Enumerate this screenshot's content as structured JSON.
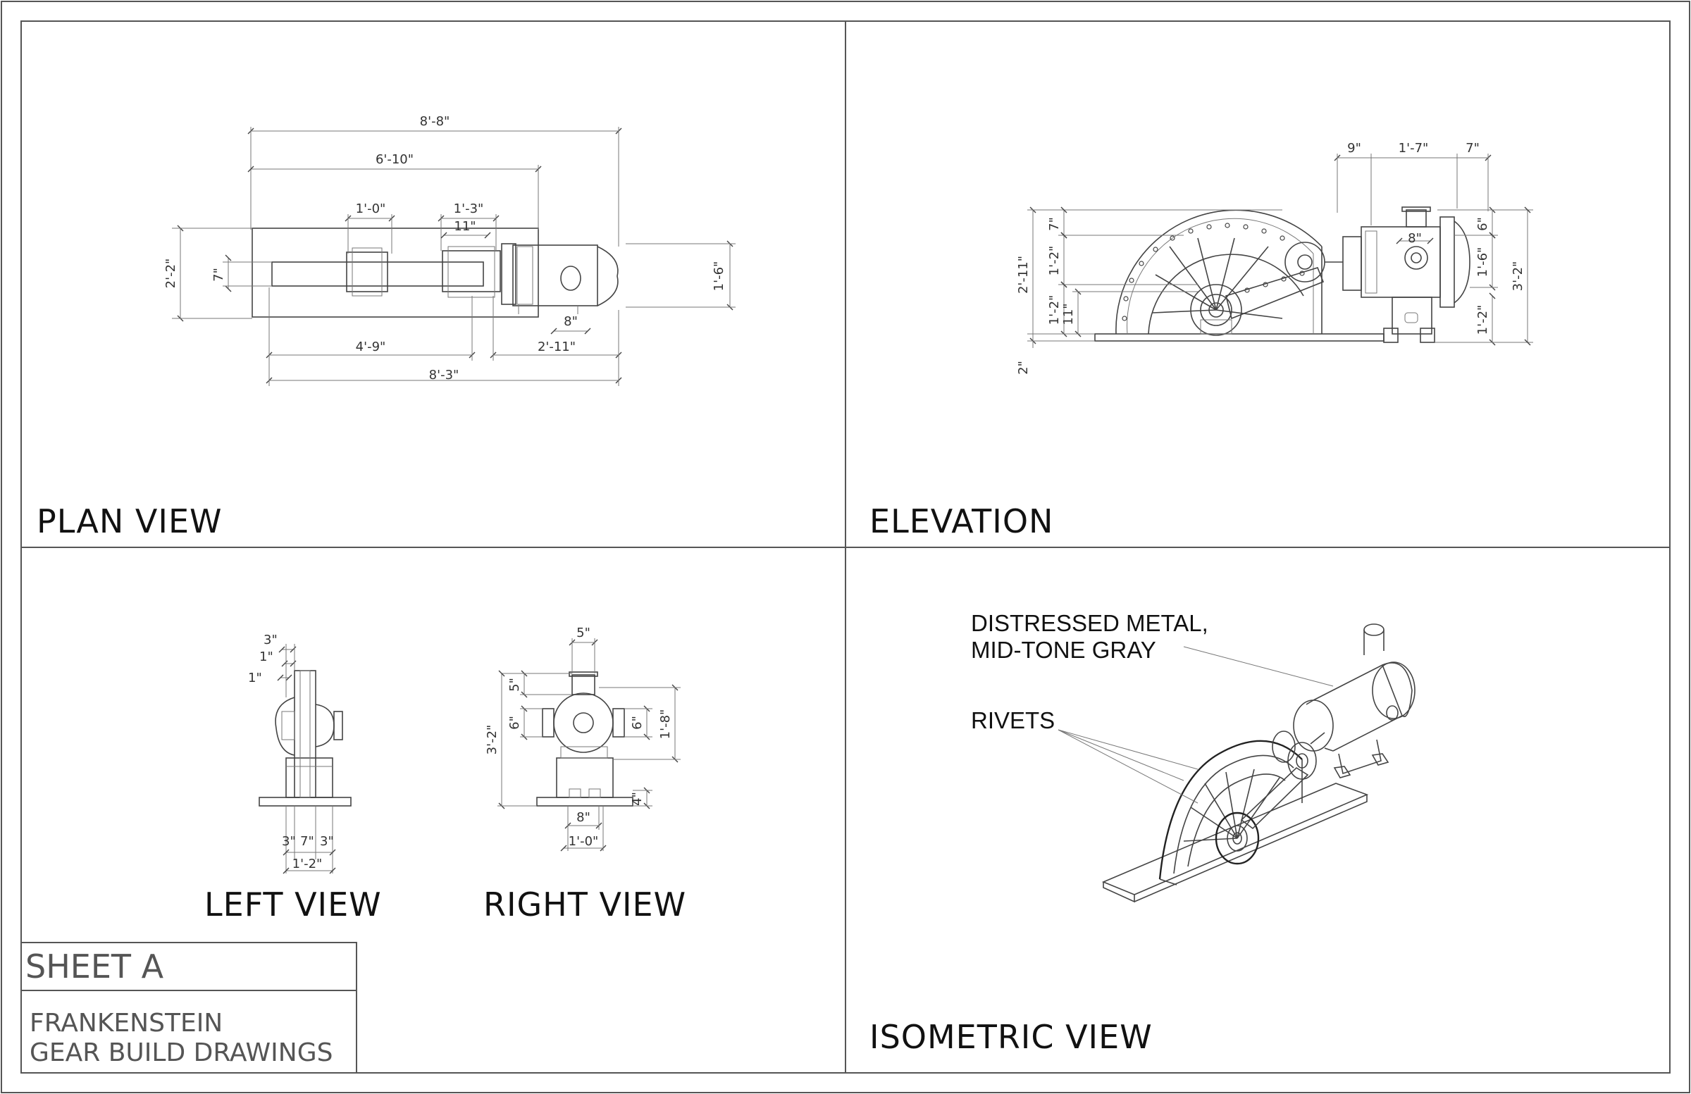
{
  "views": {
    "plan": {
      "title": "PLAN VIEW",
      "dims": {
        "overall_top": "8'-8\"",
        "top_second": "6'-10\"",
        "d1": "1'-0\"",
        "d2": "1'-3\"",
        "d3": "11\"",
        "left_height": "2'-2\"",
        "left_small": "7\"",
        "right_height": "1'-6\"",
        "d8": "8\"",
        "bottom_a": "4'-9\"",
        "bottom_b": "2'-11\"",
        "overall_bottom": "8'-3\""
      }
    },
    "elevation": {
      "title": "ELEVATION",
      "dims": {
        "top_a": "9\"",
        "top_b": "1'-7\"",
        "top_c": "7\"",
        "left_total": "2'-11\"",
        "left_7": "7\"",
        "left_12a": "1'-2\"",
        "left_12b": "1'-2\"",
        "left_11": "11\"",
        "left_2": "2\"",
        "mid_8": "8\"",
        "right_6": "6\"",
        "right_16": "1'-6\"",
        "right_12": "1'-2\"",
        "right_total": "3'-2\""
      }
    },
    "left": {
      "title": "LEFT VIEW",
      "dims": {
        "t3": "3\"",
        "t1a": "1\"",
        "t1b": "1\"",
        "b3a": "3\"",
        "b7": "7\"",
        "b3b": "3\"",
        "b12": "1'-2\""
      }
    },
    "right": {
      "title": "RIGHT VIEW",
      "dims": {
        "t5": "5\"",
        "l5": "5\"",
        "l6": "6\"",
        "l32": "3'-2\"",
        "r6": "6\"",
        "r18": "1'-8\"",
        "r4": "4\"",
        "b8": "8\"",
        "b10": "1'-0\""
      }
    },
    "isometric": {
      "title": "ISOMETRIC VIEW",
      "note1_line1": "DISTRESSED METAL,",
      "note1_line2": "MID-TONE GRAY",
      "note2": "RIVETS"
    }
  },
  "title_block": {
    "sheet": "SHEET A",
    "line1": "FRANKENSTEIN",
    "line2": "GEAR BUILD DRAWINGS"
  }
}
